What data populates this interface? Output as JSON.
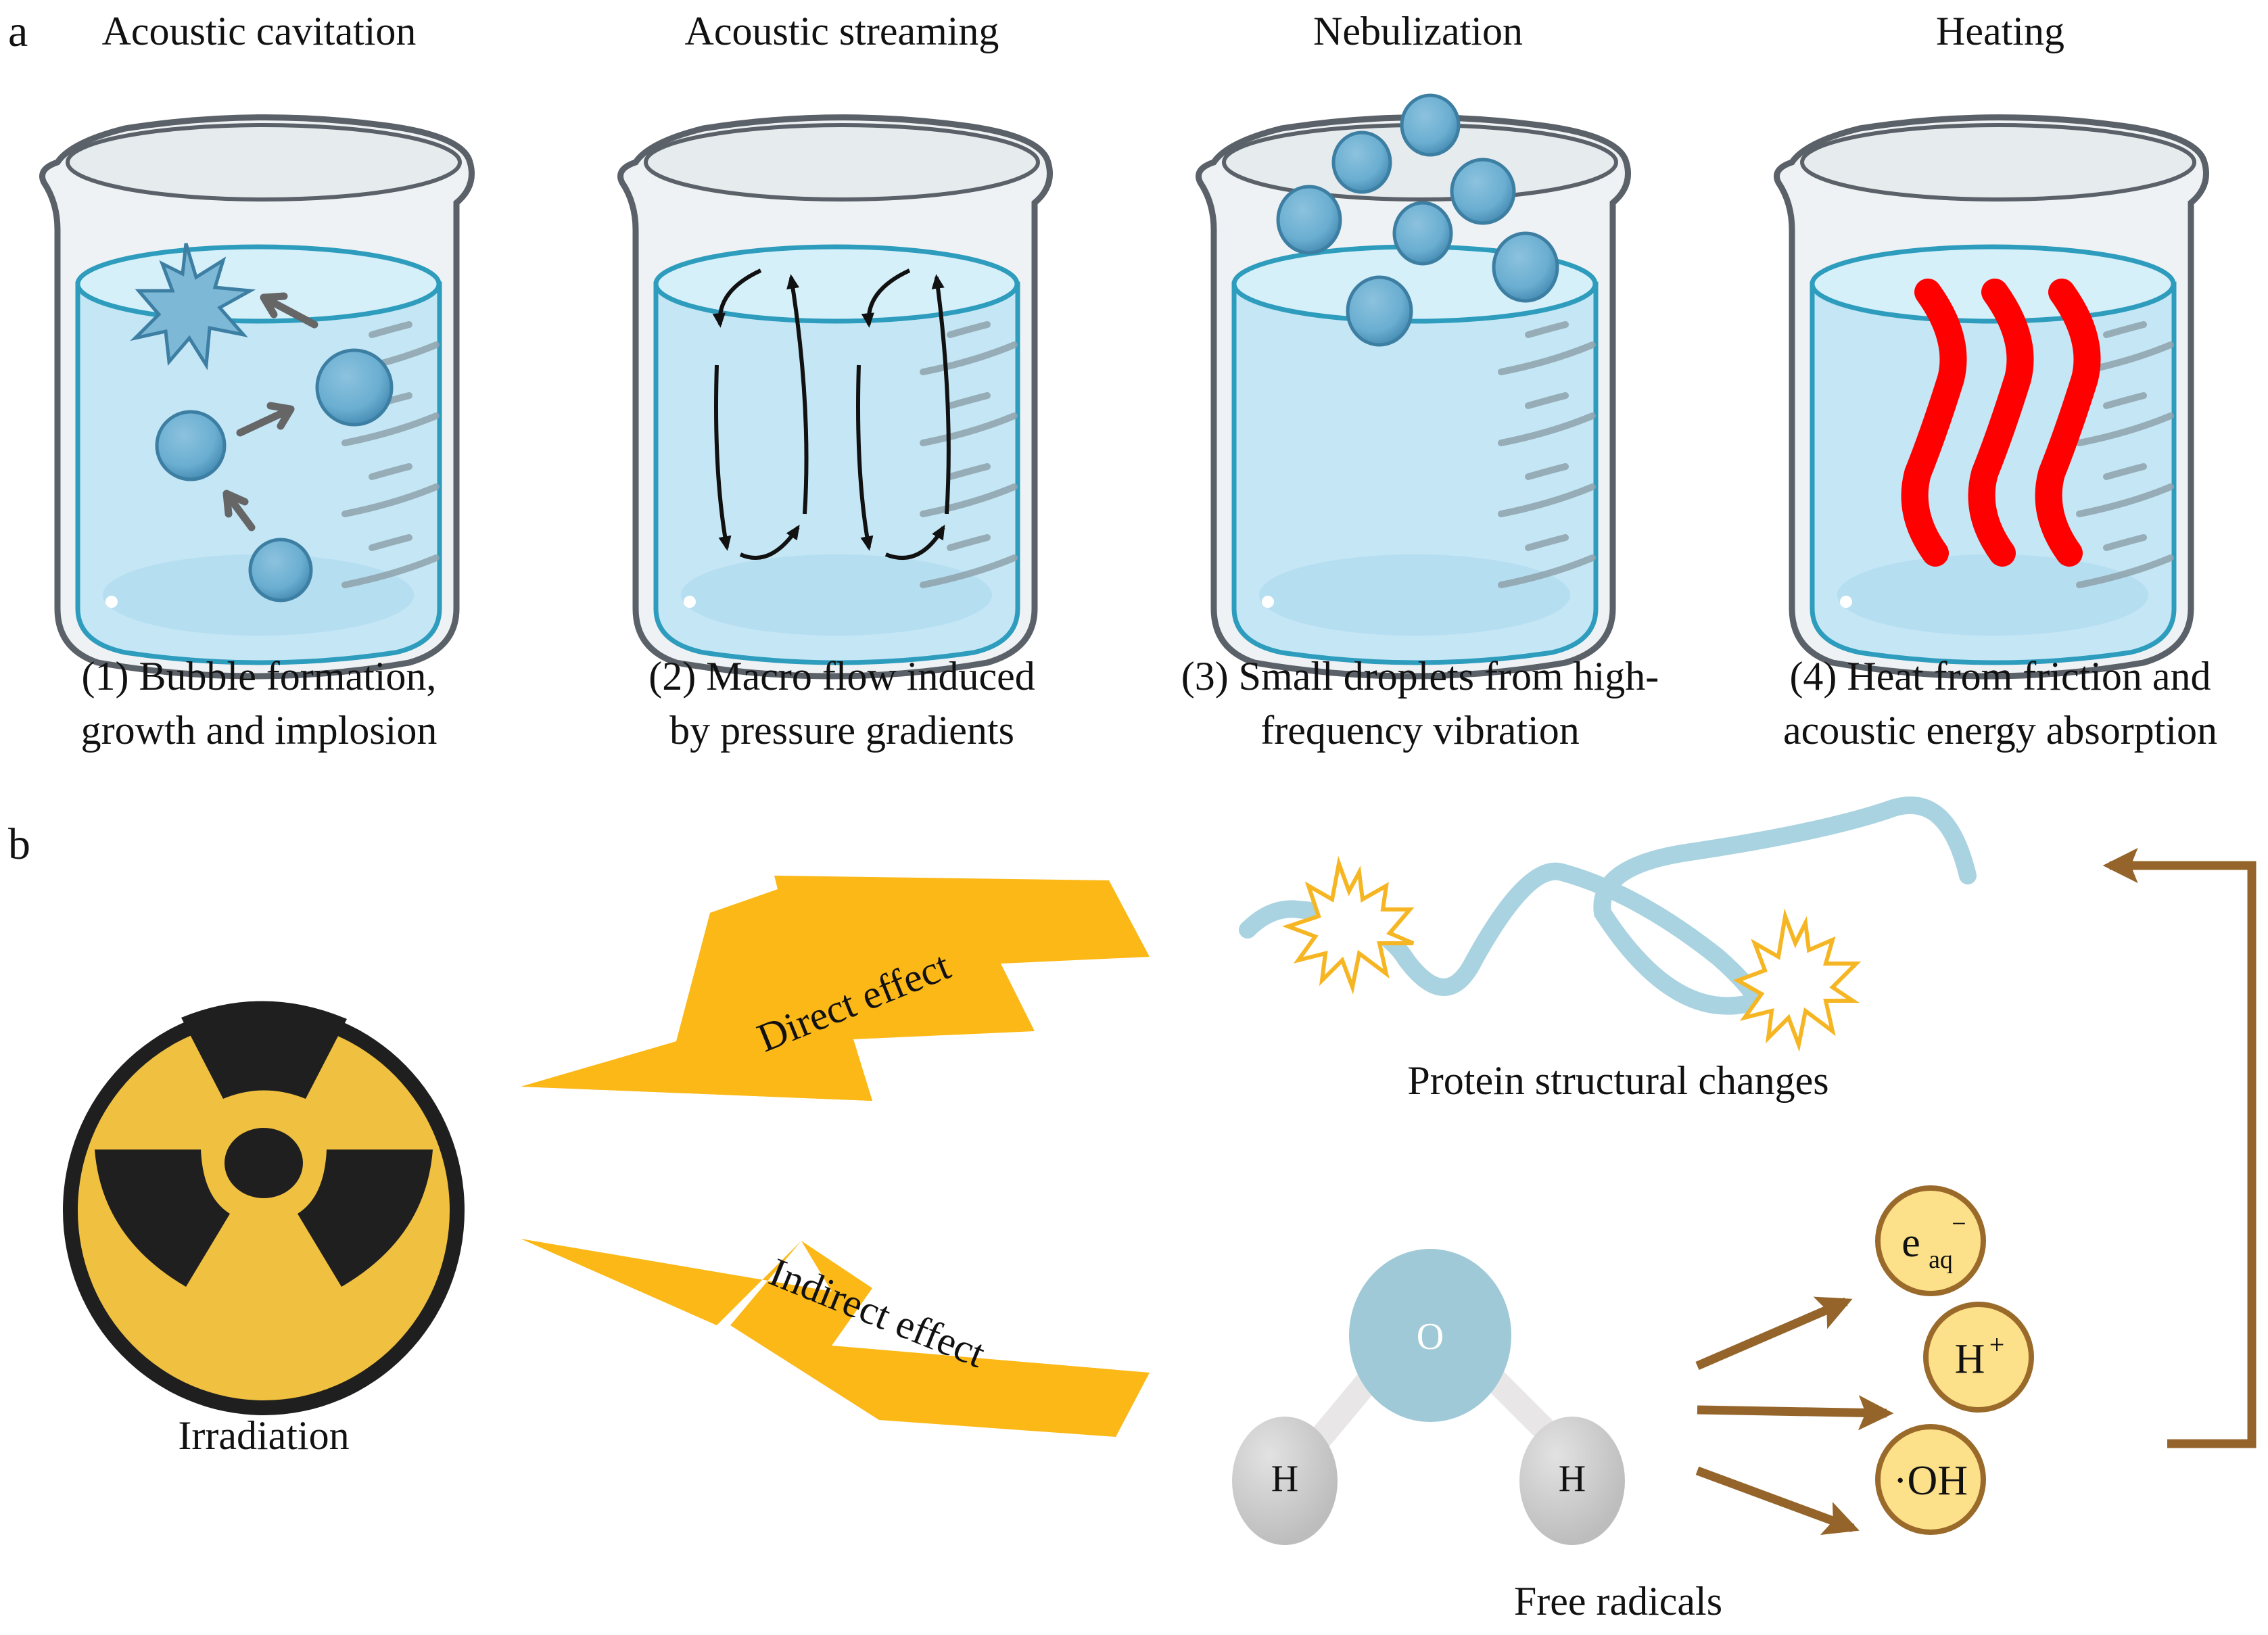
{
  "colors": {
    "water": "#c4e6f5",
    "water_edge": "#2d9cbd",
    "glass_outline": "#5b6168",
    "bubble": "#6aaed1",
    "bubble_edge": "#3d7ea3",
    "heat": "#ff0000",
    "bolt": "#fbb817",
    "radiation_yellow": "#f0c040",
    "radiation_black": "#1f1f1f",
    "protein": "#a9d3e0",
    "spark": "#f6b623",
    "oxygen": "#9fc9d6",
    "hydrogen": "#c6c6c6",
    "radical_fill": "#fde08a",
    "radical_edge": "#9a6a2a",
    "arrow_brown": "#94642a"
  },
  "panel_a": {
    "label": "a",
    "beakers": [
      {
        "title": "Acoustic cavitation",
        "icon": "cavitation-bubbles-icon",
        "caption_line1": "(1) Bubble formation,",
        "caption_line2": "growth and implosion"
      },
      {
        "title": "Acoustic streaming",
        "icon": "streaming-arrows-icon",
        "caption_line1": "(2) Macro flow induced",
        "caption_line2": "by pressure gradients"
      },
      {
        "title": "Nebulization",
        "icon": "droplets-icon",
        "caption_line1": "(3) Small droplets from high-",
        "caption_line2": "frequency vibration"
      },
      {
        "title": "Heating",
        "icon": "heat-waves-icon",
        "caption_line1": "(4) Heat from friction and",
        "caption_line2": "acoustic energy absorption"
      }
    ]
  },
  "panel_b": {
    "label": "b",
    "source_label": "Irradiation",
    "direct_effect": "Direct effect",
    "indirect_effect": "Indirect effect",
    "protein_label": "Protein structural changes",
    "molecule": {
      "center": "O",
      "left": "H",
      "right": "H"
    },
    "free_radicals_label": "Free radicals",
    "radicals": [
      {
        "base": "e",
        "sub": "aq",
        "sup": "−"
      },
      {
        "base": "H",
        "sub": "",
        "sup": "+"
      },
      {
        "base": "·OH",
        "sub": "",
        "sup": ""
      }
    ]
  }
}
